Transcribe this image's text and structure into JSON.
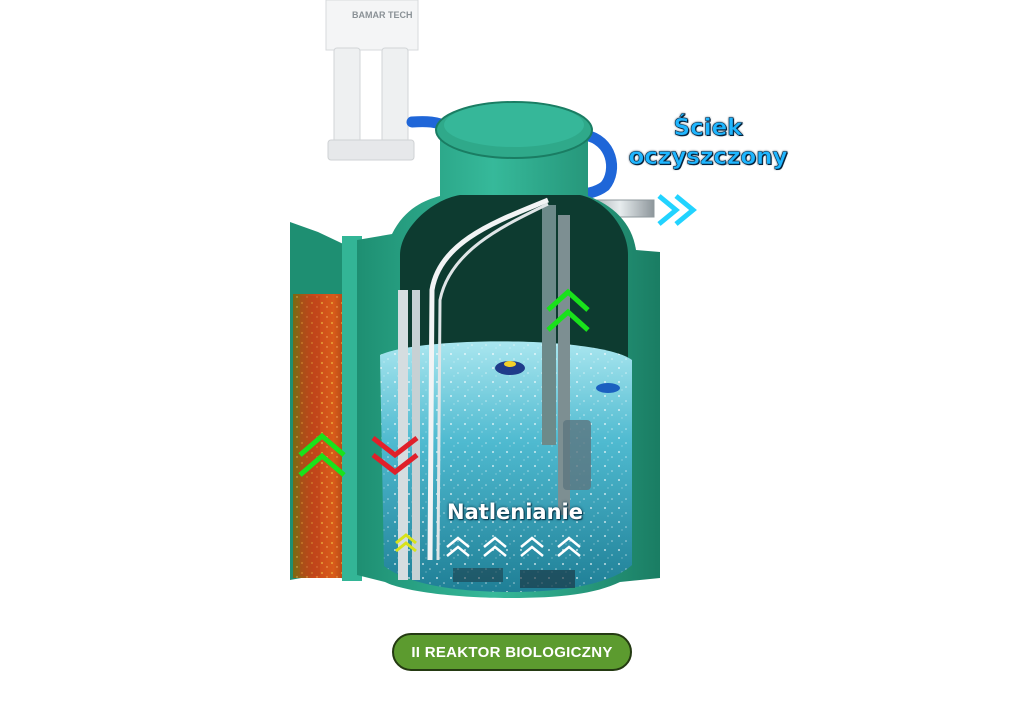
{
  "labels": {
    "outflow_line1": "Ściek",
    "outflow_line2": "oczyszczony",
    "aeration": "Natlenianie",
    "reactor_badge": "II REAKTOR BIOLOGICZNY",
    "brand": "BAMAR TECH"
  },
  "colors": {
    "tank_green": "#2fae91",
    "water": "#47b9cf",
    "badge_green": "#5c9b2f",
    "arrow_green": "#19e21b",
    "arrow_red": "#e0202a",
    "arrow_yellow": "#d8e21a",
    "outflow_arrow": "#22d3ff",
    "filter_orange": "#d2561a"
  },
  "icons": [
    "double-chevron-up-icon",
    "double-chevron-down-icon",
    "double-chevron-right-icon",
    "chevron-up-icon"
  ]
}
